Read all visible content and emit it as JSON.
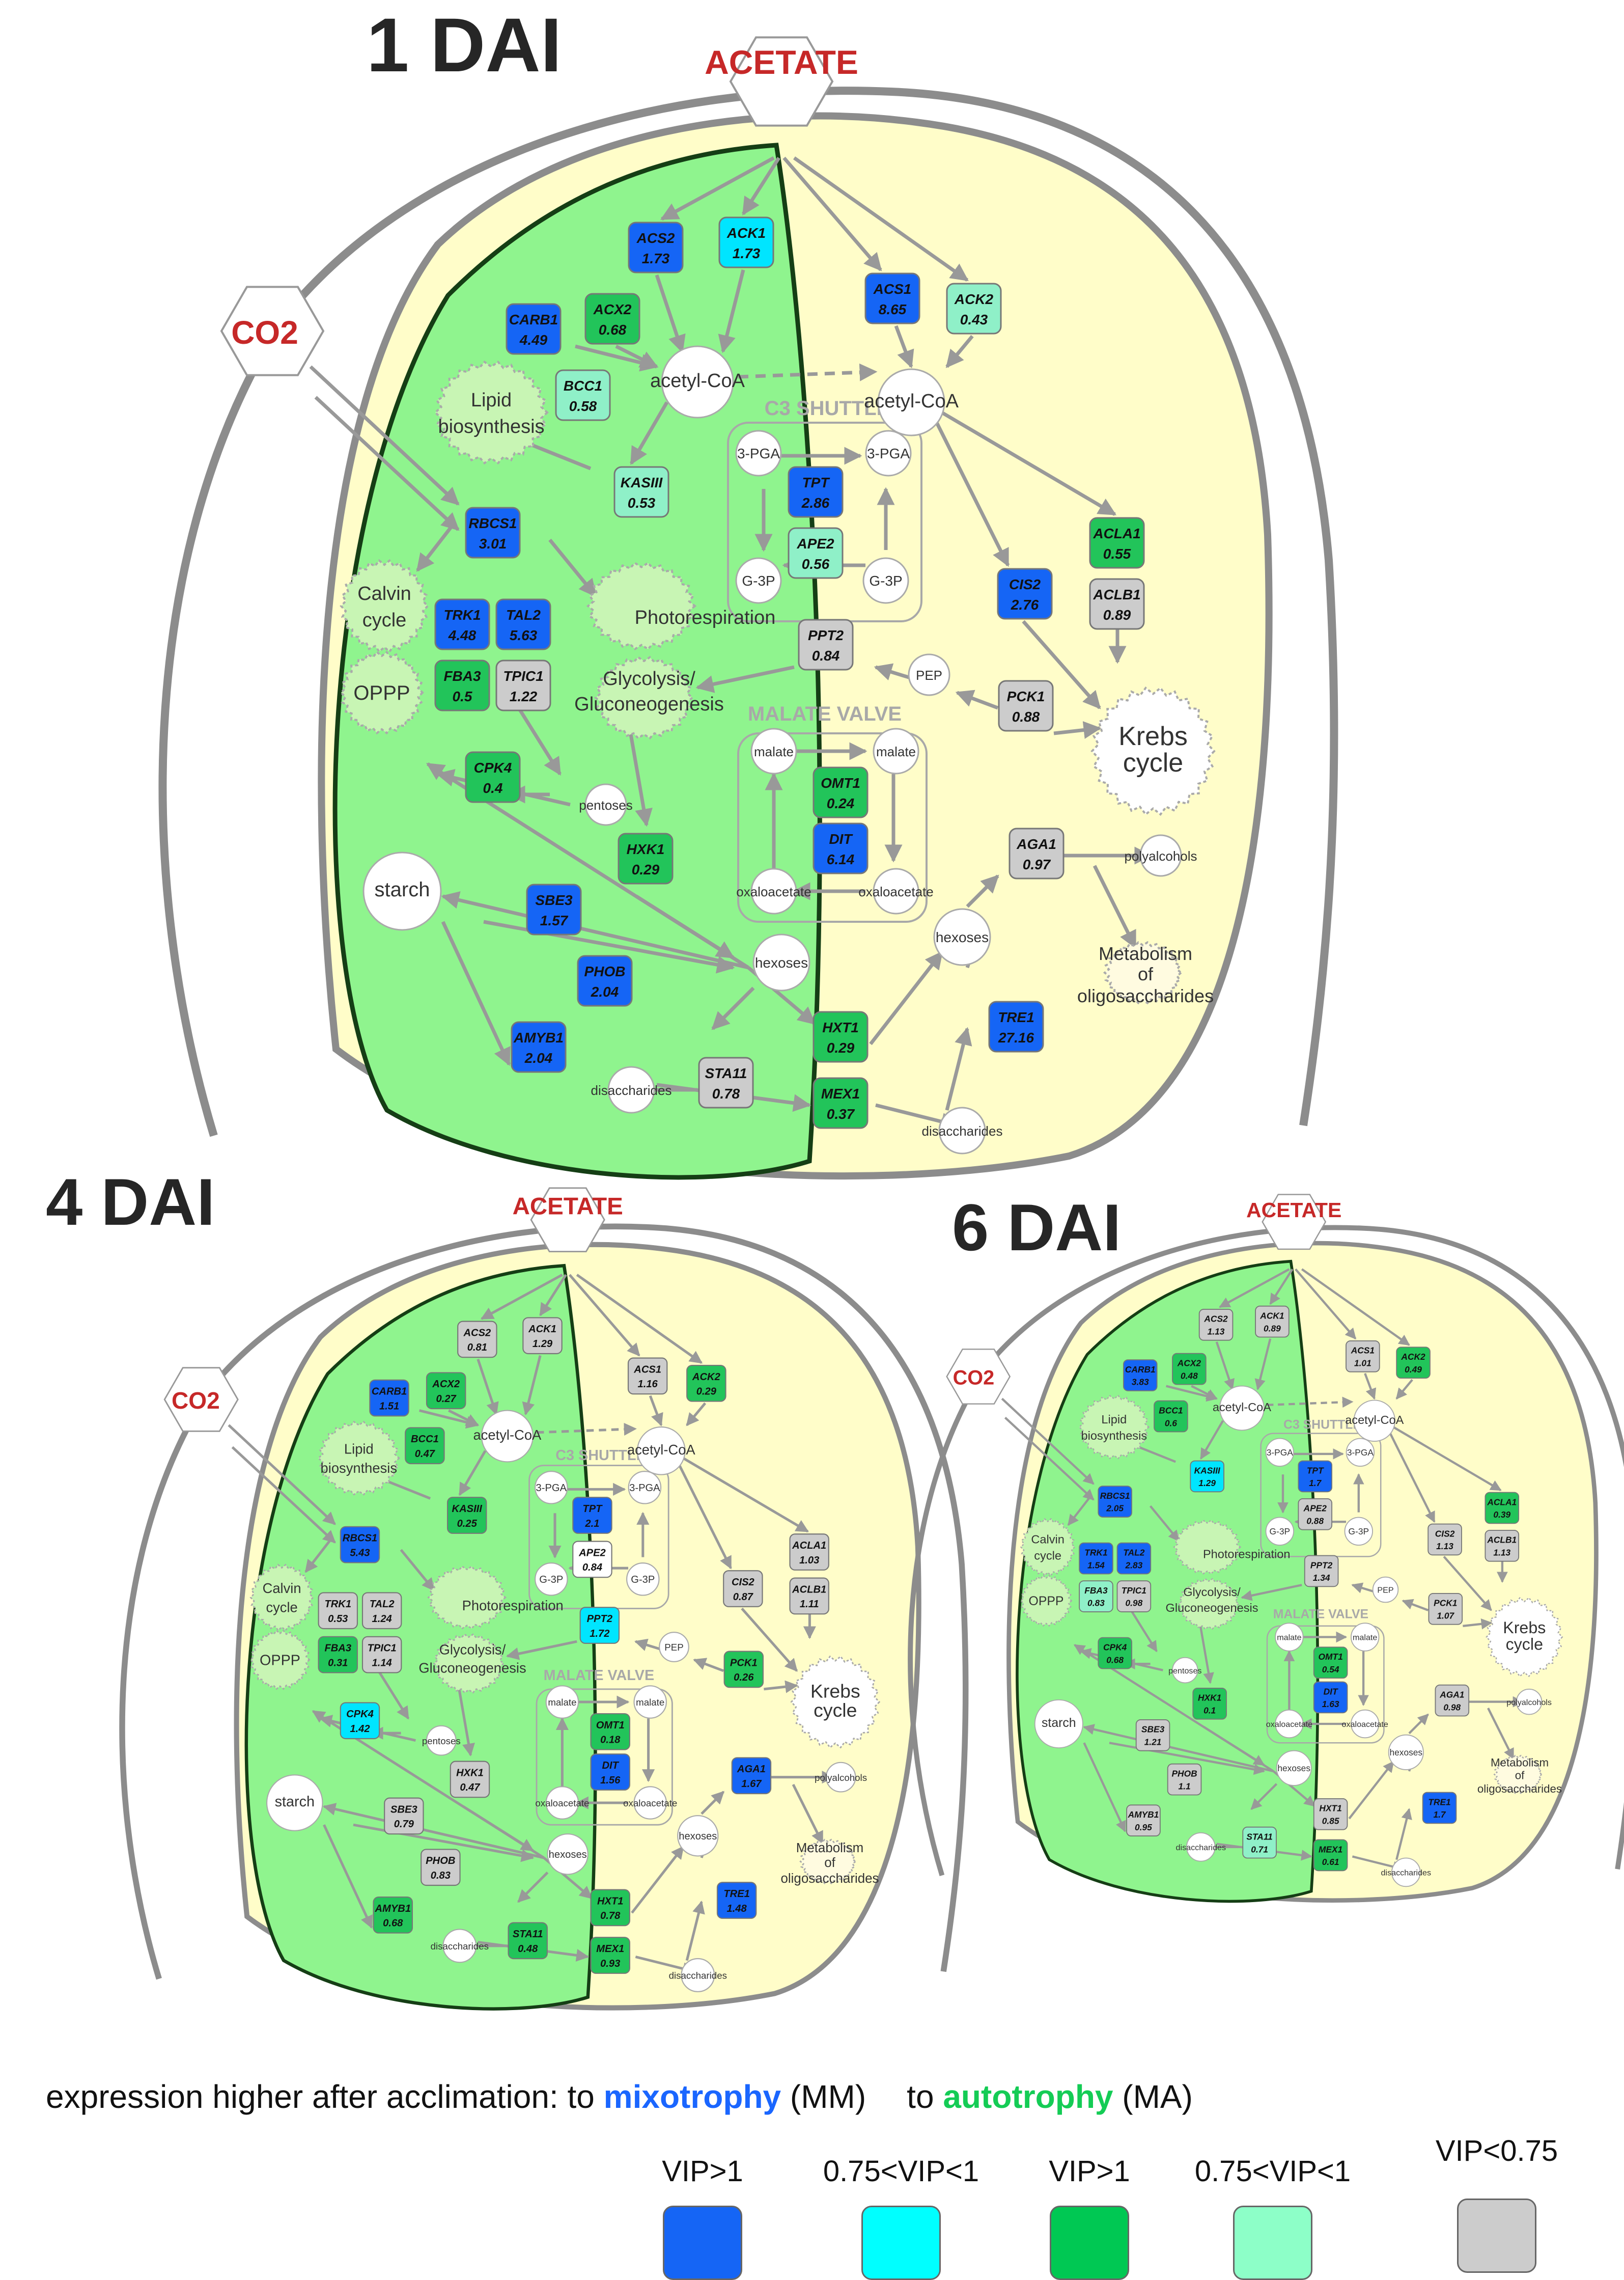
{
  "panels": [
    {
      "title": "1 DAI",
      "acetate": "ACETATE",
      "co2": "CO2",
      "genes": [
        {
          "name": "ACS2",
          "value": "1.73",
          "color": "#1565f5"
        },
        {
          "name": "ACK1",
          "value": "1.73",
          "color": "#00e5ff"
        },
        {
          "name": "CARB1",
          "value": "4.49",
          "color": "#1565f5"
        },
        {
          "name": "ACX2",
          "value": "0.68",
          "color": "#22c45a"
        },
        {
          "name": "BCC1",
          "value": "0.58",
          "color": "#8ff0c8"
        },
        {
          "name": "KASIII",
          "value": "0.53",
          "color": "#8ff0c8"
        },
        {
          "name": "RBCS1",
          "value": "3.01",
          "color": "#1565f5"
        },
        {
          "name": "TRK1",
          "value": "4.48",
          "color": "#1565f5"
        },
        {
          "name": "TAL2",
          "value": "5.63",
          "color": "#1565f5"
        },
        {
          "name": "FBA3",
          "value": "0.5",
          "color": "#22c45a"
        },
        {
          "name": "TPIC1",
          "value": "1.22",
          "color": "#cccccc"
        },
        {
          "name": "CPK4",
          "value": "0.4",
          "color": "#22c45a"
        },
        {
          "name": "HXK1",
          "value": "0.29",
          "color": "#22c45a"
        },
        {
          "name": "SBE3",
          "value": "1.57",
          "color": "#1565f5"
        },
        {
          "name": "PHOB",
          "value": "2.04",
          "color": "#1565f5"
        },
        {
          "name": "AMYB1",
          "value": "2.04",
          "color": "#1565f5"
        },
        {
          "name": "STA11",
          "value": "0.78",
          "color": "#cccccc"
        },
        {
          "name": "ACS1",
          "value": "8.65",
          "color": "#1565f5"
        },
        {
          "name": "ACK2",
          "value": "0.43",
          "color": "#8ff0c8"
        },
        {
          "name": "TPT",
          "value": "2.86",
          "color": "#1565f5"
        },
        {
          "name": "APE2",
          "value": "0.56",
          "color": "#8ff0c8"
        },
        {
          "name": "PPT2",
          "value": "0.84",
          "color": "#cccccc"
        },
        {
          "name": "CIS2",
          "value": "2.76",
          "color": "#1565f5"
        },
        {
          "name": "ACLA1",
          "value": "0.55",
          "color": "#22c45a"
        },
        {
          "name": "ACLB1",
          "value": "0.89",
          "color": "#cccccc"
        },
        {
          "name": "PCK1",
          "value": "0.88",
          "color": "#cccccc"
        },
        {
          "name": "OMT1",
          "value": "0.24",
          "color": "#22c45a"
        },
        {
          "name": "DIT",
          "value": "6.14",
          "color": "#1565f5"
        },
        {
          "name": "AGA1",
          "value": "0.97",
          "color": "#cccccc"
        },
        {
          "name": "HXT1",
          "value": "0.29",
          "color": "#22c45a"
        },
        {
          "name": "MEX1",
          "value": "0.37",
          "color": "#22c45a"
        },
        {
          "name": "TRE1",
          "value": "27.16",
          "color": "#1565f5"
        }
      ]
    },
    {
      "title": "4 DAI",
      "acetate": "ACETATE",
      "co2": "CO2",
      "genes": [
        {
          "name": "ACS2",
          "value": "0.81",
          "color": "#cccccc"
        },
        {
          "name": "ACK1",
          "value": "1.29",
          "color": "#cccccc"
        },
        {
          "name": "CARB1",
          "value": "1.51",
          "color": "#1565f5"
        },
        {
          "name": "ACX2",
          "value": "0.27",
          "color": "#22c45a"
        },
        {
          "name": "BCC1",
          "value": "0.47",
          "color": "#22c45a"
        },
        {
          "name": "KASIII",
          "value": "0.25",
          "color": "#22c45a"
        },
        {
          "name": "RBCS1",
          "value": "5.43",
          "color": "#1565f5"
        },
        {
          "name": "TRK1",
          "value": "0.53",
          "color": "#cccccc"
        },
        {
          "name": "TAL2",
          "value": "1.24",
          "color": "#cccccc"
        },
        {
          "name": "FBA3",
          "value": "0.31",
          "color": "#22c45a"
        },
        {
          "name": "TPIC1",
          "value": "1.14",
          "color": "#cccccc"
        },
        {
          "name": "CPK4",
          "value": "1.42",
          "color": "#00e5ff"
        },
        {
          "name": "HXK1",
          "value": "0.47",
          "color": "#cccccc"
        },
        {
          "name": "SBE3",
          "value": "0.79",
          "color": "#cccccc"
        },
        {
          "name": "PHOB",
          "value": "0.83",
          "color": "#cccccc"
        },
        {
          "name": "AMYB1",
          "value": "0.68",
          "color": "#22c45a"
        },
        {
          "name": "STA11",
          "value": "0.48",
          "color": "#22c45a"
        },
        {
          "name": "ACS1",
          "value": "1.16",
          "color": "#cccccc"
        },
        {
          "name": "ACK2",
          "value": "0.29",
          "color": "#22c45a"
        },
        {
          "name": "TPT",
          "value": "2.1",
          "color": "#1565f5"
        },
        {
          "name": "APE2",
          "value": "0.84",
          "color": "#ffffff"
        },
        {
          "name": "PPT2",
          "value": "1.72",
          "color": "#00e5ff"
        },
        {
          "name": "CIS2",
          "value": "0.87",
          "color": "#cccccc"
        },
        {
          "name": "ACLA1",
          "value": "1.03",
          "color": "#cccccc"
        },
        {
          "name": "ACLB1",
          "value": "1.11",
          "color": "#cccccc"
        },
        {
          "name": "PCK1",
          "value": "0.26",
          "color": "#22c45a"
        },
        {
          "name": "OMT1",
          "value": "0.18",
          "color": "#22c45a"
        },
        {
          "name": "DIT",
          "value": "1.56",
          "color": "#1565f5"
        },
        {
          "name": "AGA1",
          "value": "1.67",
          "color": "#1565f5"
        },
        {
          "name": "HXT1",
          "value": "0.78",
          "color": "#22c45a"
        },
        {
          "name": "MEX1",
          "value": "0.93",
          "color": "#22c45a"
        },
        {
          "name": "TRE1",
          "value": "1.48",
          "color": "#1565f5"
        }
      ]
    },
    {
      "title": "6 DAI",
      "acetate": "ACETATE",
      "co2": "CO2",
      "genes": [
        {
          "name": "ACS2",
          "value": "1.13",
          "color": "#cccccc"
        },
        {
          "name": "ACK1",
          "value": "0.89",
          "color": "#cccccc"
        },
        {
          "name": "CARB1",
          "value": "3.83",
          "color": "#1565f5"
        },
        {
          "name": "ACX2",
          "value": "0.48",
          "color": "#22c45a"
        },
        {
          "name": "BCC1",
          "value": "0.6",
          "color": "#22c45a"
        },
        {
          "name": "KASIII",
          "value": "1.29",
          "color": "#00e5ff"
        },
        {
          "name": "RBCS1",
          "value": "2.05",
          "color": "#1565f5"
        },
        {
          "name": "TRK1",
          "value": "1.54",
          "color": "#1565f5"
        },
        {
          "name": "TAL2",
          "value": "2.83",
          "color": "#1565f5"
        },
        {
          "name": "FBA3",
          "value": "0.83",
          "color": "#8ff0c8"
        },
        {
          "name": "TPIC1",
          "value": "0.98",
          "color": "#cccccc"
        },
        {
          "name": "CPK4",
          "value": "0.68",
          "color": "#22c45a"
        },
        {
          "name": "HXK1",
          "value": "0.1",
          "color": "#22c45a"
        },
        {
          "name": "SBE3",
          "value": "1.21",
          "color": "#cccccc"
        },
        {
          "name": "PHOB",
          "value": "1.1",
          "color": "#cccccc"
        },
        {
          "name": "AMYB1",
          "value": "0.95",
          "color": "#cccccc"
        },
        {
          "name": "STA11",
          "value": "0.71",
          "color": "#8ff0c8"
        },
        {
          "name": "ACS1",
          "value": "1.01",
          "color": "#cccccc"
        },
        {
          "name": "ACK2",
          "value": "0.49",
          "color": "#22c45a"
        },
        {
          "name": "TPT",
          "value": "1.7",
          "color": "#1565f5"
        },
        {
          "name": "APE2",
          "value": "0.88",
          "color": "#cccccc"
        },
        {
          "name": "PPT2",
          "value": "1.34",
          "color": "#cccccc"
        },
        {
          "name": "CIS2",
          "value": "1.13",
          "color": "#cccccc"
        },
        {
          "name": "ACLA1",
          "value": "0.39",
          "color": "#22c45a"
        },
        {
          "name": "ACLB1",
          "value": "1.13",
          "color": "#cccccc"
        },
        {
          "name": "PCK1",
          "value": "1.07",
          "color": "#cccccc"
        },
        {
          "name": "OMT1",
          "value": "0.54",
          "color": "#22c45a"
        },
        {
          "name": "DIT",
          "value": "1.63",
          "color": "#1565f5"
        },
        {
          "name": "AGA1",
          "value": "0.98",
          "color": "#cccccc"
        },
        {
          "name": "HXT1",
          "value": "0.85",
          "color": "#cccccc"
        },
        {
          "name": "MEX1",
          "value": "0.61",
          "color": "#22c45a"
        },
        {
          "name": "TRE1",
          "value": "1.7",
          "color": "#1565f5"
        }
      ]
    }
  ],
  "metabolites": {
    "acetyl_coa": "acetyl-CoA",
    "lipid": [
      "Lipid",
      "biosynthesis"
    ],
    "c3_shuttle": "C3 SHUTTLE",
    "pga": "3-PGA",
    "g3p": "G-3P",
    "calvin": [
      "Calvin",
      "cycle"
    ],
    "photorespiration": "Photorespiration",
    "oppp": "OPPP",
    "glycolysis": [
      "Glycolysis/",
      "Gluconeogenesis"
    ],
    "pep": "PEP",
    "malate_valve": "MALATE VALVE",
    "malate": "malate",
    "oxaloacetate": "oxaloacetate",
    "pentoses": "pentoses",
    "krebs": [
      "Krebs",
      "cycle"
    ],
    "starch": "starch",
    "hexoses": "hexoses",
    "polyalcohols": "polyalcohols",
    "oligo": [
      "Metabolism",
      "of",
      "oligosaccharides"
    ],
    "disaccharides": "disaccharides"
  },
  "legend": {
    "title_prefix": "expression higher after acclimation:  to ",
    "mixotrophy": "mixotrophy",
    "mm": " (MM)",
    "to": "to ",
    "autotrophy": "autotrophy",
    "ma": " (MA)",
    "items": [
      {
        "label": "VIP>1",
        "color": "#1565f5"
      },
      {
        "label": "0.75<VIP<1",
        "color": "#00ffff"
      },
      {
        "label": "VIP>1",
        "color": "#00c853"
      },
      {
        "label": "0.75<VIP<1",
        "color": "#8dffc8"
      },
      {
        "label": "VIP<0.75",
        "color": "#cccccc"
      }
    ]
  }
}
